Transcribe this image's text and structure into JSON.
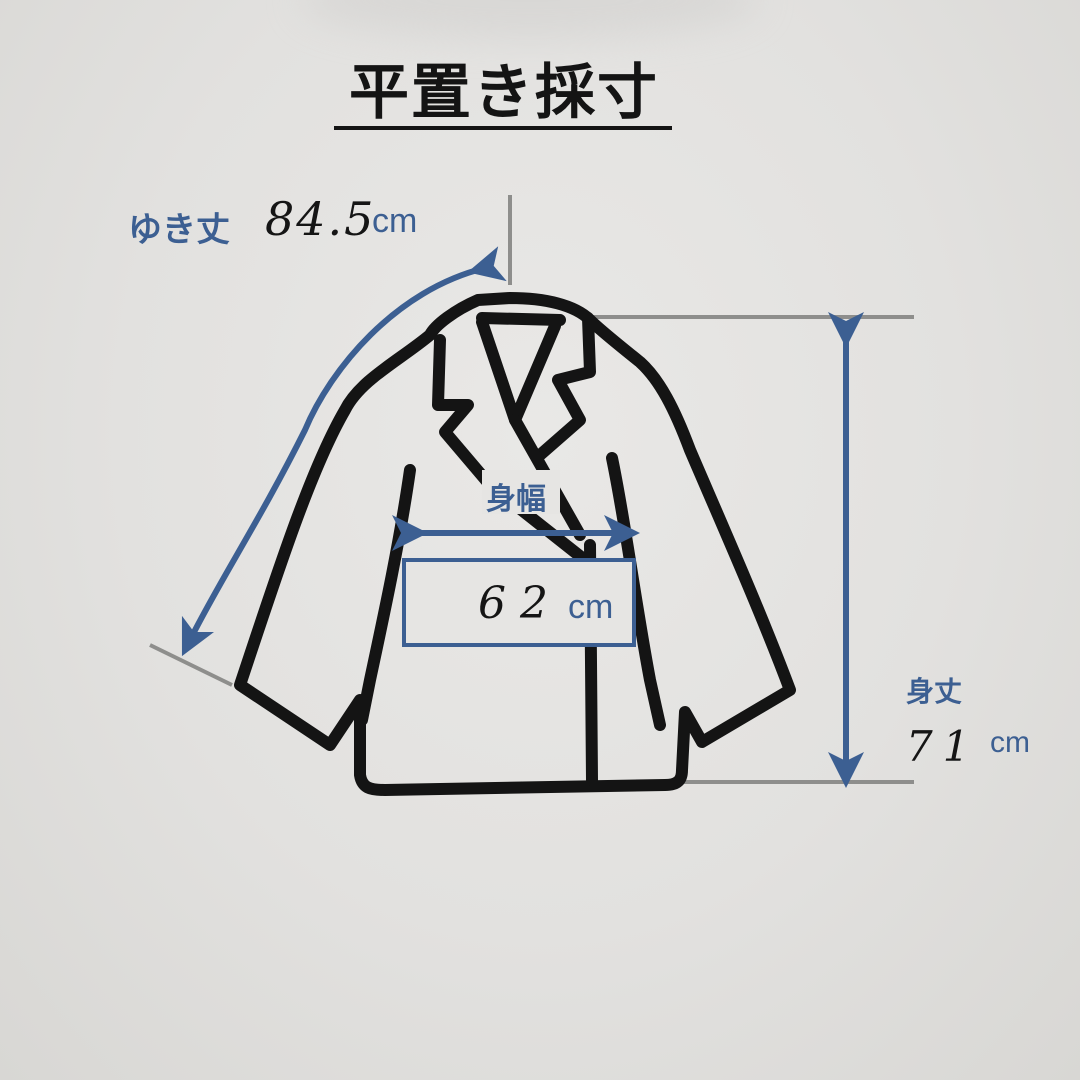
{
  "title": "平置き採寸",
  "measurements": {
    "sleeve_length": {
      "label": "ゆき丈",
      "value": "84.5",
      "unit": "cm"
    },
    "body_width": {
      "label": "身幅",
      "value": "62",
      "unit": "cm"
    },
    "body_length": {
      "label": "身丈",
      "value": "71",
      "unit": "cm"
    }
  },
  "colors": {
    "outline": "#141414",
    "accent_blue": "#3c5f92",
    "guide_gray": "#8e8e8c",
    "paper": "#e5e4e2"
  },
  "icons": {
    "garment": "jacket-outline-icon",
    "arrows": [
      "sleeve-length-arrow-icon",
      "body-width-arrow-icon",
      "body-length-arrow-icon"
    ]
  }
}
